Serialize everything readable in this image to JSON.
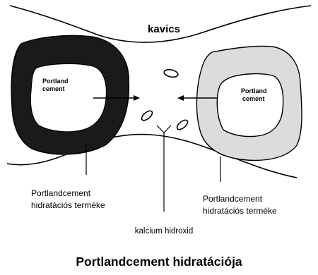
{
  "diagram": {
    "title_top": "kavics",
    "left_core_label_line1": "Portland",
    "left_core_label_line2": "cement",
    "right_core_label_line1": "Portland",
    "right_core_label_line2": "cement",
    "left_product_label_line1": "Portlandcement",
    "left_product_label_line2": "hidratációs terméke",
    "right_product_label_line1": "Portlandcement",
    "right_product_label_line2": "hidratációs terméke",
    "center_label": "kalcium hidroxid",
    "caption": "Portlandcement hidratációja"
  },
  "colors": {
    "ink": "#000000",
    "dark_shell": "#1a1a1a",
    "light_shell": "#dcdcdc",
    "background": "#ffffff"
  }
}
